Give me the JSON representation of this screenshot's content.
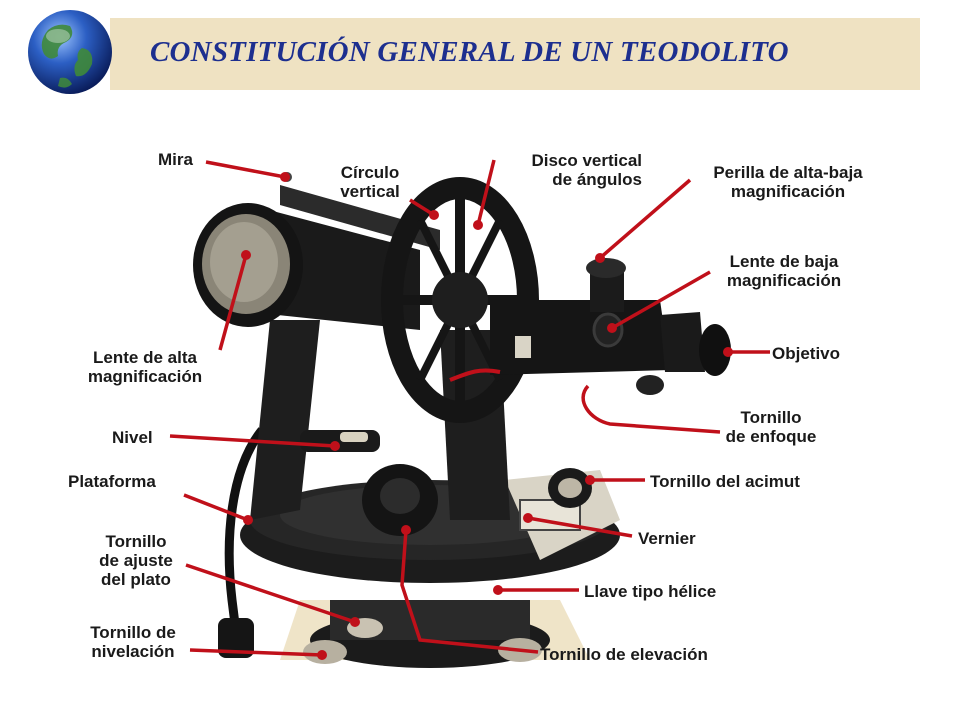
{
  "title": "CONSTITUCIÓN GENERAL DE UN TEODOLITO",
  "colors": {
    "header_band": "#efe2c2",
    "title": "#1d2f8f",
    "leader_lines": "#c0101a",
    "instrument": "#161616"
  },
  "icons": {
    "logo": "globe-icon"
  },
  "labels": {
    "mira": "Mira",
    "circulo_vertical": [
      "Círculo",
      "vertical"
    ],
    "disco_vertical": [
      "Disco vertical",
      "de ángulos"
    ],
    "perilla": [
      "Perilla de alta-baja",
      "magnificación"
    ],
    "lente_baja": [
      "Lente de baja",
      "magnificación"
    ],
    "objetivo": "Objetivo",
    "lente_alta": [
      "Lente de alta",
      "magnificación"
    ],
    "tornillo_enfoque": [
      "Tornillo",
      "de enfoque"
    ],
    "nivel": "Nivel",
    "plataforma": "Plataforma",
    "tornillo_acimut": "Tornillo del acimut",
    "vernier": "Vernier",
    "tornillo_ajuste": [
      "Tornillo",
      "de ajuste",
      "del plato"
    ],
    "llave_helice": "Llave tipo hélice",
    "tornillo_nivelacion": [
      "Tornillo de",
      "nivelación"
    ],
    "tornillo_elevacion": "Tornillo de elevación"
  }
}
